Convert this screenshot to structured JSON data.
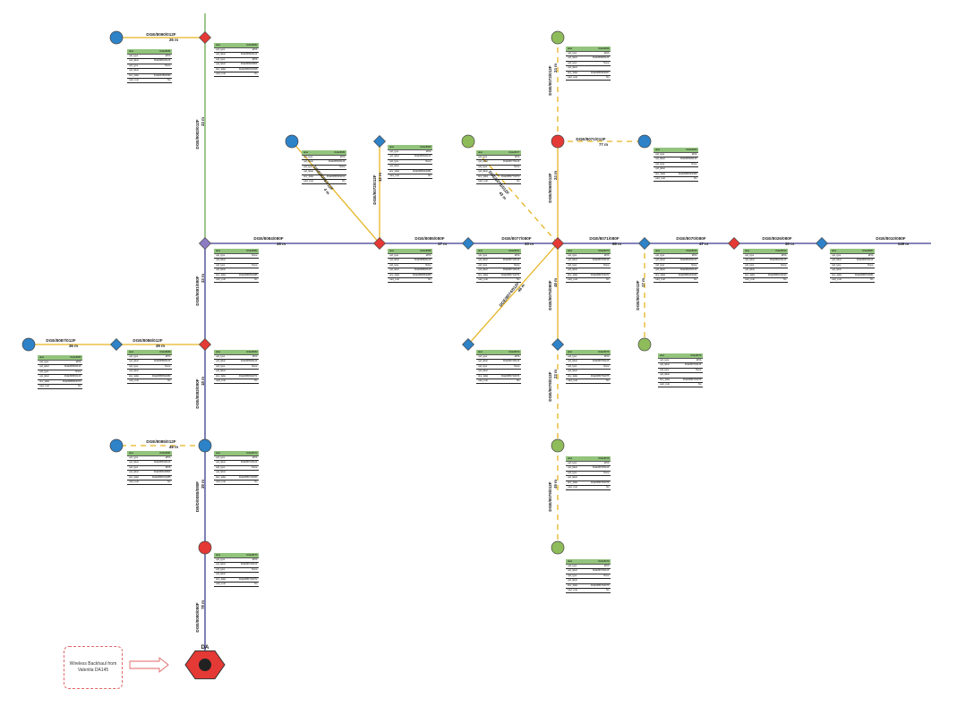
{
  "cabinet_label": "DA",
  "backhaul_note": "Wireless Backhaul from Valentia DA145",
  "colors": {
    "trunk": "#3b3b8f",
    "drop": "#e6b422",
    "spur": "#6aa84f",
    "joint": "#e53935",
    "splice": "#2d82c8",
    "access_round": "#8fbc5a",
    "header": "#93c47d"
  },
  "edges": [
    {
      "label": "DGE/8080/080F",
      "length": "78 m"
    },
    {
      "label": "DE/D/0080/080F",
      "length": "39 m"
    },
    {
      "label": "DGE/8082/080F",
      "length": "18 m"
    },
    {
      "label": "DGE/8081/080F",
      "length": "33 m"
    },
    {
      "label": "DGE/8084/080F",
      "length": "16 m"
    },
    {
      "label": "DGE/8085/080F",
      "length": "17 m"
    },
    {
      "label": "DGE/8077/080F",
      "length": "33 m"
    },
    {
      "label": "DGE/8071/080F",
      "length": "68 m"
    },
    {
      "label": "DGE/8070/080F",
      "length": "47 m"
    },
    {
      "label": "DGE/8026/080F",
      "length": "30 m"
    },
    {
      "label": "DGE/8010/080F",
      "length": "149 m"
    },
    {
      "label": "DGE/8082/012F",
      "length": "33 m"
    },
    {
      "label": "DGE/8090/012F",
      "length": "26 m"
    },
    {
      "label": "DGE/8087/012F",
      "length": "36 m"
    },
    {
      "label": "DGE/8086/012F",
      "length": "39 m"
    },
    {
      "label": "DGE/8085/012F",
      "length": "48 m"
    },
    {
      "label": "DGE/8086/012F",
      "length": "4 m"
    },
    {
      "label": "DGE/8072/012F",
      "length": "12 m"
    },
    {
      "label": "DGE/8073/012F",
      "length": "43 m"
    },
    {
      "label": "DGE/8068/012F",
      "length": "24 m"
    },
    {
      "label": "DGE/8071/012F",
      "length": "77 m"
    },
    {
      "label": "DGE/8073/012F",
      "length": "24 m"
    },
    {
      "label": "DGE/8074/012F",
      "length": "48 m"
    },
    {
      "label": "DGE/8075/080F",
      "length": "48 m"
    },
    {
      "label": "DGE/8076/012F",
      "length": "17 m"
    },
    {
      "label": "DGE/8078/012F",
      "length": "23 m"
    },
    {
      "label": "DGE/8079/012F",
      "length": "49 m"
    }
  ],
  "tables": [
    {
      "id": "DGE/8081",
      "rows": [
        [
          "upd_type",
          "EPIA"
        ],
        [
          "upd_label",
          "DGE/8081/012F"
        ],
        [
          "upd_type",
          "None"
        ],
        [
          "upd_label",
          ""
        ],
        [
          "strw_label",
          "DGE/8/4800096"
        ],
        [
          "read_cval",
          "No"
        ]
      ]
    },
    {
      "id": "DGE/8082",
      "rows": [
        [
          "upd_type",
          "EPIA"
        ],
        [
          "upd_label",
          "DGE/8082/012F"
        ],
        [
          "upd_type",
          "EPIA"
        ],
        [
          "upd_label",
          "DGE/8082/080F"
        ],
        [
          "strw_label",
          "DGE/8/8082/2068"
        ],
        [
          "read_cval",
          "No"
        ]
      ]
    },
    {
      "id": "DGE/8083",
      "rows": [
        [
          "upd_type",
          "EPIA"
        ],
        [
          "upd_label",
          "DGE/8083/012F"
        ],
        [
          "upd_type",
          "None"
        ],
        [
          "upd_label",
          ""
        ],
        [
          "strw_label",
          "DGE/8/8083/2100"
        ],
        [
          "read_cval",
          "No"
        ]
      ]
    },
    {
      "id": "DGE/8084",
      "rows": [
        [
          "upd_type",
          "EPIA"
        ],
        [
          "upd_label",
          "DGE/8084/012F"
        ],
        [
          "upd_type",
          "None"
        ],
        [
          "upd_label",
          ""
        ],
        [
          "strw_label",
          "DGE/8/8084/2081"
        ],
        [
          "read_cval",
          "No"
        ]
      ]
    },
    {
      "id": "DGE/8082",
      "rows": [
        [
          "upd_type",
          "None"
        ],
        [
          "upd_label",
          ""
        ],
        [
          "upd_type",
          "None"
        ],
        [
          "upd_label",
          ""
        ],
        [
          "strw_label",
          "DGE/8/8082/2085"
        ],
        [
          "read_cval",
          "No"
        ]
      ]
    },
    {
      "id": "DGE/8085",
      "rows": [
        [
          "upd_type",
          "EPIA"
        ],
        [
          "upd_label",
          "DGE/8085/012F"
        ],
        [
          "upd_type",
          "None"
        ],
        [
          "upd_label",
          "DGE/8085/012F"
        ],
        [
          "strw_label",
          "DGE/8/8085/2089"
        ],
        [
          "read_cval",
          "No"
        ]
      ]
    },
    {
      "id": "DGE/8077",
      "rows": [
        [
          "upd_type",
          "EPIA"
        ],
        [
          "upd_label",
          "DGE/8077/012F"
        ],
        [
          "upd_type",
          "None"
        ],
        [
          "upd_label",
          ""
        ],
        [
          "strw_label",
          "DGE/8/8077/2074"
        ],
        [
          "read_cval",
          "No"
        ]
      ]
    },
    {
      "id": "DGE/8071",
      "rows": [
        [
          "upd_type",
          "EPIA"
        ],
        [
          "upd_label",
          "DGE/8071/012F"
        ],
        [
          "upd_type",
          "None"
        ],
        [
          "upd_label",
          "DGE/8071/012F"
        ],
        [
          "strw_label",
          "DGE/8/8071/2071"
        ],
        [
          "read_cval",
          "No"
        ]
      ]
    },
    {
      "id": "DGE/8070",
      "rows": [
        [
          "upd_type",
          "EPIA"
        ],
        [
          "upd_label",
          "DGE/8070/012F"
        ],
        [
          "upd_type",
          "None"
        ],
        [
          "upd_label",
          ""
        ],
        [
          "strw_label",
          "DGE/8/8070/2071"
        ],
        [
          "read_cval",
          "No"
        ]
      ]
    },
    {
      "id": "DGE/8026",
      "rows": [
        [
          "upd_type",
          "EPIA"
        ],
        [
          "upd_label",
          "DGE/8026/012F"
        ],
        [
          "upd_type",
          "None"
        ],
        [
          "upd_label",
          "DGE/8026/012F"
        ],
        [
          "strw_label",
          "DGE/8/8026/2026"
        ],
        [
          "read_cval",
          "No"
        ]
      ]
    },
    {
      "id": "DGE/8010",
      "rows": [
        [
          "upd_type",
          "EPIA"
        ],
        [
          "upd_label",
          "DGE/8010/012F"
        ],
        [
          "upd_type",
          "None"
        ],
        [
          "upd_label",
          ""
        ],
        [
          "strw_label",
          "DGE/8/8010/2010"
        ],
        [
          "read_cval",
          "No"
        ]
      ]
    },
    {
      "id": "DGE/8087",
      "rows": [
        [
          "upd_type",
          "EPIA"
        ],
        [
          "upd_label",
          "DGE/8087/012F"
        ],
        [
          "upd_type",
          "None"
        ],
        [
          "upd_label",
          ""
        ],
        [
          "strw_label",
          "DGE/8/8087/2081"
        ],
        [
          "read_cval",
          "No"
        ]
      ]
    },
    {
      "id": "DGE/8086",
      "rows": [
        [
          "upd_type",
          "EPIA"
        ],
        [
          "upd_label",
          "DGE/8086/012F"
        ],
        [
          "upd_type",
          "None"
        ],
        [
          "upd_label",
          "DGE/8086/012F"
        ],
        [
          "strw_label",
          "DGE/8/8086/2070"
        ],
        [
          "read_cval",
          "No"
        ]
      ]
    },
    {
      "id": "DGE/8089",
      "rows": [
        [
          "upd_type",
          "EPIA"
        ],
        [
          "upd_label",
          "DGE/8089/012F"
        ],
        [
          "upd_type",
          "None"
        ],
        [
          "upd_label",
          ""
        ],
        [
          "strw_label",
          "DGE/8/8089/2082"
        ],
        [
          "read_cval",
          "No"
        ]
      ]
    },
    {
      "id": "DGE/8083",
      "rows": [
        [
          "upd_type",
          "EPIA"
        ],
        [
          "upd_label",
          "DGE/8083/012F"
        ],
        [
          "upd_type",
          "None"
        ],
        [
          "upd_label",
          ""
        ],
        [
          "strw_label",
          "DGE/8/8083/2071"
        ],
        [
          "read_cval",
          "No"
        ]
      ]
    },
    {
      "id": "DGE/8081",
      "rows": [
        [
          "upd_type",
          "EPIA"
        ],
        [
          "upd_label",
          "DGE/8081/012F"
        ],
        [
          "upd_type",
          "EPIA"
        ],
        [
          "upd_label",
          "DGE/8081/080F"
        ],
        [
          "strw_label",
          "DGE/8/8081/2085"
        ],
        [
          "read_cval",
          "No"
        ]
      ]
    },
    {
      "id": "DGE/8072",
      "rows": [
        [
          "upd_type",
          "EPIA"
        ],
        [
          "upd_label",
          "DGE/8072/012F"
        ],
        [
          "upd_type",
          "None"
        ],
        [
          "upd_label",
          ""
        ],
        [
          "strw_label",
          "DGE/8/8072/2063"
        ],
        [
          "read_cval",
          "No"
        ]
      ]
    },
    {
      "id": "DGE/8073",
      "rows": [
        [
          "upd_type",
          "EPIA"
        ],
        [
          "upd_label",
          "DGE/8073/012F"
        ],
        [
          "upd_type",
          "None"
        ],
        [
          "upd_label",
          ""
        ],
        [
          "strw_label",
          "DGE/8/8073/2072"
        ],
        [
          "read_cval",
          "No"
        ]
      ]
    },
    {
      "id": "DGE/8074",
      "rows": [
        [
          "upd_type",
          "EPIA"
        ],
        [
          "upd_label",
          "DGE/8074/012F"
        ],
        [
          "upd_type",
          "None"
        ],
        [
          "upd_label",
          ""
        ],
        [
          "strw_label",
          "DGE/8/8074/2071"
        ],
        [
          "read_cval",
          "No"
        ]
      ]
    },
    {
      "id": "DGE/8075",
      "rows": [
        [
          "upd_type",
          "EPIA"
        ],
        [
          "upd_label",
          "DGE/8075/012F"
        ],
        [
          "upd_type",
          "None"
        ],
        [
          "upd_label",
          ""
        ],
        [
          "strw_label",
          "DGE/8/8075/2075"
        ],
        [
          "read_cval",
          "No"
        ]
      ]
    },
    {
      "id": "DGE/8068",
      "rows": [
        [
          "upd_type",
          "EPIA"
        ],
        [
          "upd_label",
          "DGE/8068/012F"
        ],
        [
          "upd_type",
          "None"
        ],
        [
          "upd_label",
          ""
        ],
        [
          "strw_label",
          "DGE/8/8068/2067"
        ],
        [
          "read_cval",
          "No"
        ]
      ]
    },
    {
      "id": "DGE/8069",
      "rows": [
        [
          "upd_type",
          "EPIA"
        ],
        [
          "upd_label",
          "DGE/8069/012F"
        ],
        [
          "upd_type",
          "None"
        ],
        [
          "upd_label",
          ""
        ],
        [
          "strw_label",
          "DGE/8/8069/2068"
        ],
        [
          "read_cval",
          "No"
        ]
      ]
    },
    {
      "id": "DGE/8076",
      "rows": [
        [
          "upd_type",
          "EPIA"
        ],
        [
          "upd_label",
          "DGE/8076/012F"
        ],
        [
          "upd_type",
          "None"
        ],
        [
          "upd_label",
          ""
        ],
        [
          "strw_label",
          "DGE/8/8076/2076"
        ],
        [
          "read_cval",
          "No"
        ]
      ]
    },
    {
      "id": "DGE/8078",
      "rows": [
        [
          "upd_type",
          "EPIA"
        ],
        [
          "upd_label",
          "DGE/8078/012F"
        ],
        [
          "upd_type",
          "None"
        ],
        [
          "upd_label",
          ""
        ],
        [
          "strw_label",
          "DGE/8/8078/2078"
        ],
        [
          "read_cval",
          "No"
        ]
      ]
    },
    {
      "id": "DGE/8079",
      "rows": [
        [
          "upd_type",
          "EPIA"
        ],
        [
          "upd_label",
          "DGE/8079/012F"
        ],
        [
          "upd_type",
          "None"
        ],
        [
          "upd_label",
          ""
        ],
        [
          "strw_label",
          "DGE/8/8079/2079"
        ],
        [
          "read_cval",
          "No"
        ]
      ]
    }
  ]
}
